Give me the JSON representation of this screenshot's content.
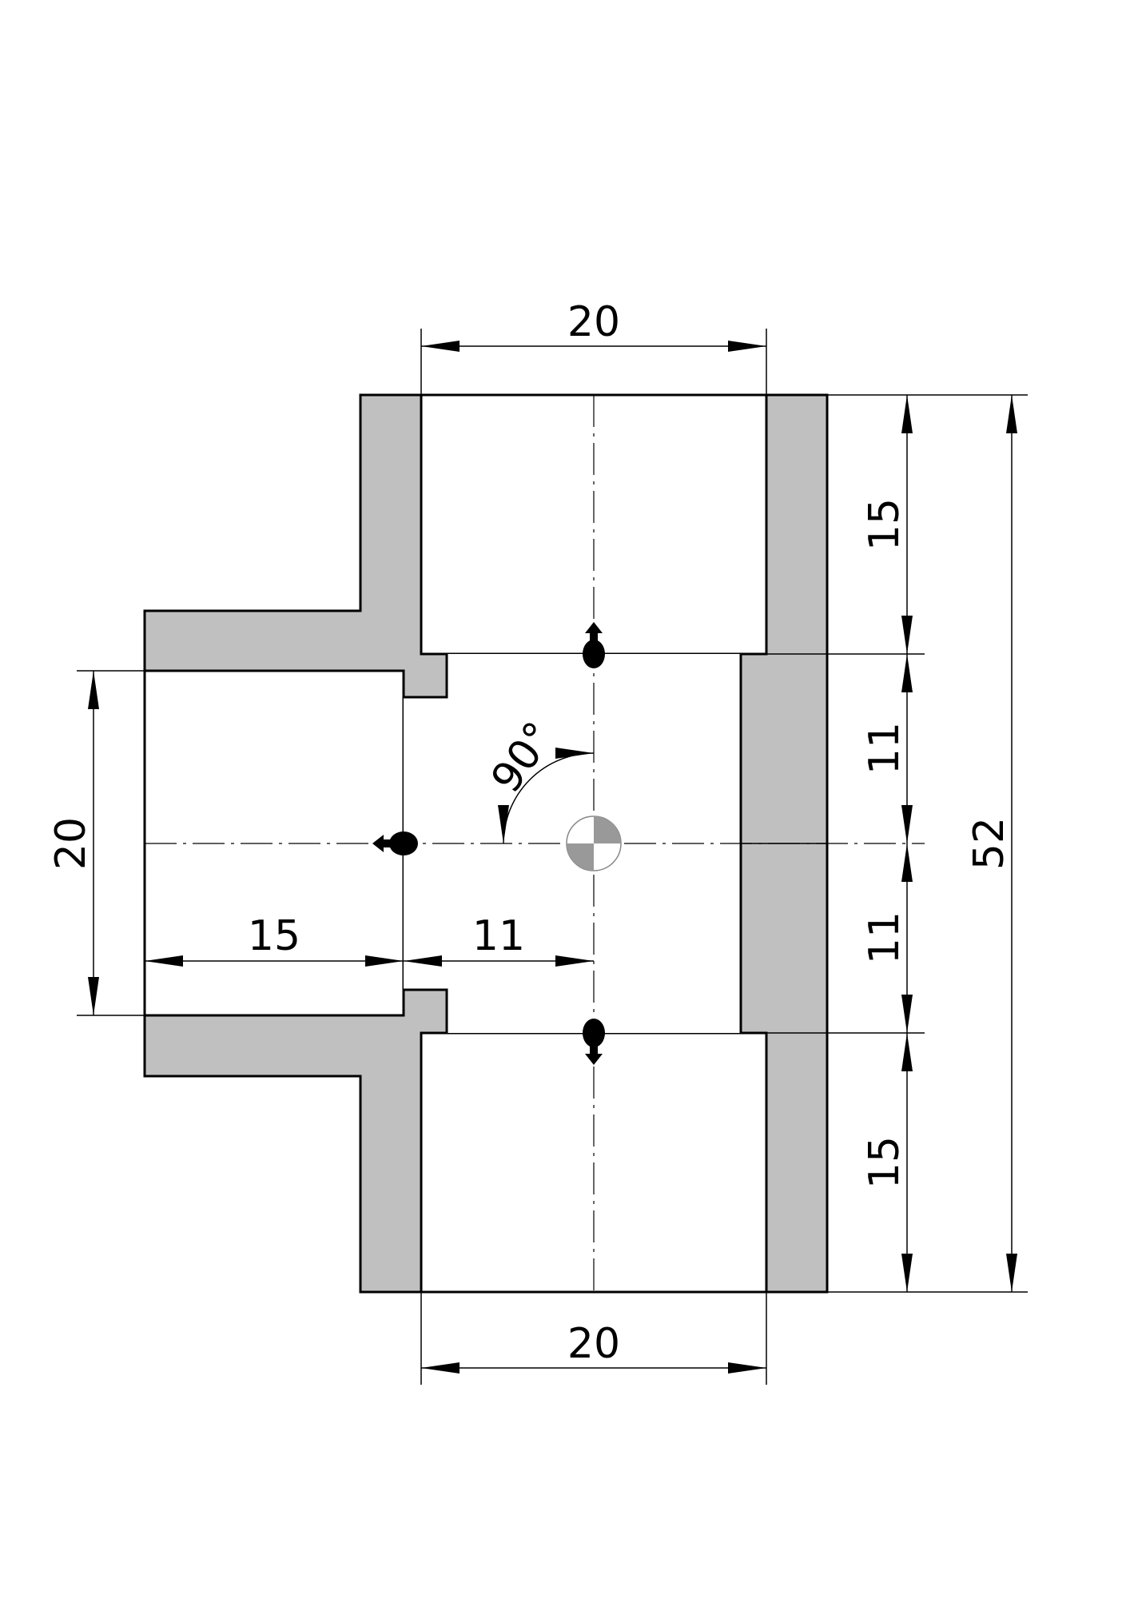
{
  "drawing": {
    "colors": {
      "section_fill": "#c0c0c0",
      "line": "#000000",
      "cog_fill": "#999999"
    },
    "dimensions": {
      "top_bore_width": "20",
      "bottom_bore_width": "20",
      "left_bore_diameter": "20",
      "left_bore_depth": "15",
      "left_to_center": "11",
      "right_top_depth": "15",
      "right_upper_half": "11",
      "right_lower_half": "11",
      "right_bottom_depth": "15",
      "overall_length": "52",
      "angle": "90°"
    }
  }
}
